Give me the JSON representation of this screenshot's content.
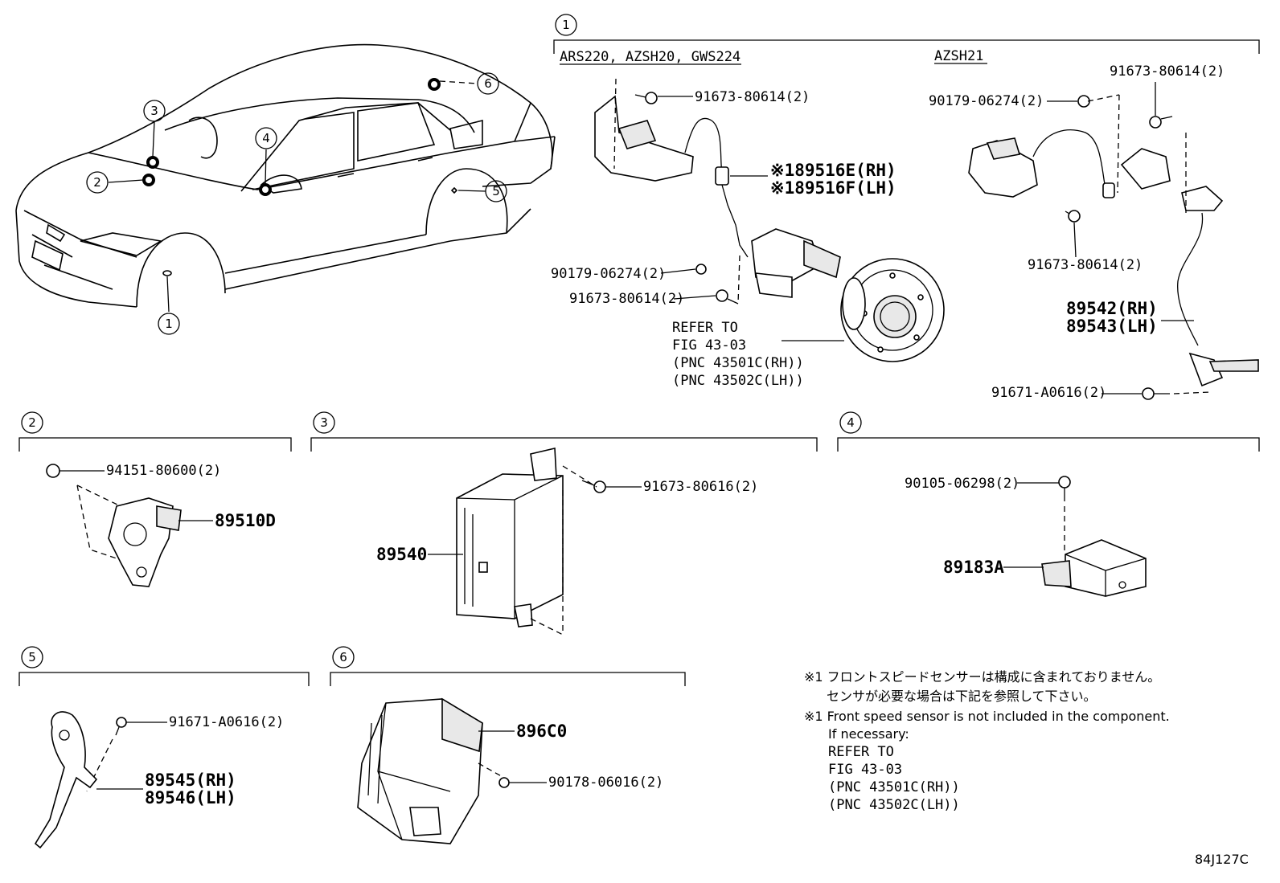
{
  "callouts": [
    "1",
    "2",
    "3",
    "4",
    "5",
    "6"
  ],
  "section1": {
    "variant_a": "ARS220, AZSH20, GWS224",
    "variant_b": "AZSH21",
    "a_bolt_top": "91673-80614(2)",
    "a_sensor_rh": "※189516E(RH)",
    "a_sensor_lh": "※189516F(LH)",
    "a_nut": "90179-06274(2)",
    "a_bolt_bottom": "91673-80614(2)",
    "refer_1": "REFER TO",
    "refer_2": "FIG 43-03",
    "refer_3": "(PNC 43501C(RH))",
    "refer_4": "(PNC 43502C(LH))",
    "b_bolt_top": "91673-80614(2)",
    "b_nut": "90179-06274(2)",
    "b_bolt_mid": "91673-80614(2)",
    "b_sensor_rh": "89542(RH)",
    "b_sensor_lh": "89543(LH)",
    "b_bolt_bottom": "91671-A0616(2)"
  },
  "section2": {
    "nut": "94151-80600(2)",
    "part": "89510D"
  },
  "section3": {
    "bolt": "91673-80616(2)",
    "part": "89540"
  },
  "section4": {
    "bolt": "90105-06298(2)",
    "part": "89183A"
  },
  "section5": {
    "bolt": "91671-A0616(2)",
    "part_rh": "89545(RH)",
    "part_lh": "89546(LH)"
  },
  "section6": {
    "part": "896C0",
    "nut": "90178-06016(2)"
  },
  "notes": {
    "jp_1": "※1 フロントスピードセンサーは構成に含まれておりません。",
    "jp_2": "センサが必要な場合は下記を参照して下さい。",
    "en_1": "※1 Front speed sensor is not included in the component.",
    "en_2": "If necessary:",
    "ref_1": "REFER TO",
    "ref_2": "FIG 43-03",
    "ref_3": "(PNC 43501C(RH))",
    "ref_4": "(PNC 43502C(LH))"
  },
  "figure_code": "84J127C"
}
